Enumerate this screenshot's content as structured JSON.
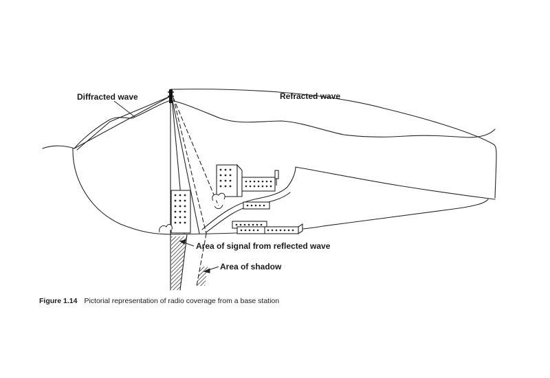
{
  "labels": {
    "diffracted": "Diffracted wave",
    "refracted": "Refracted wave",
    "reflected_area": "Area of signal from reflected wave",
    "shadow_area": "Area of shadow"
  },
  "caption": {
    "number": "Figure 1.14",
    "text": "Pictorial representation of radio coverage from a base station"
  }
}
